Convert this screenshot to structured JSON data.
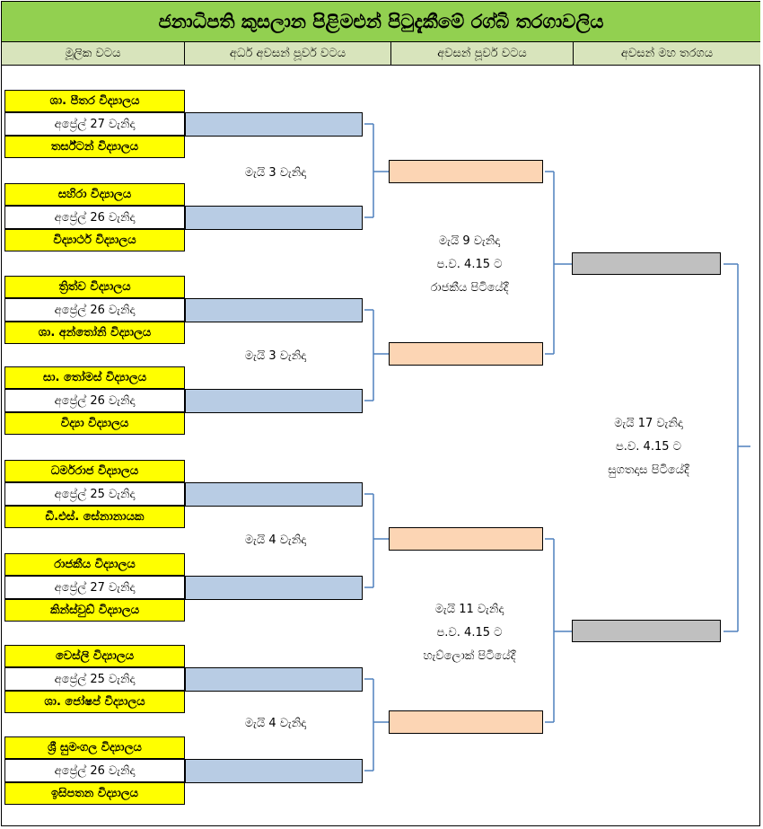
{
  "title": "ජනාධිපති කුසලාන පිළිමළුන් පිටුදැකීමේ රග්බි තරගාවලිය",
  "headers": [
    "මූලික වටය",
    "අර්ධ අවසන් පූර්ව වටය",
    "අවසන් පූර්ව වටය",
    "අවසන් මහ තරගය"
  ],
  "round1": [
    {
      "team_a": "ශා. පීතර විද්‍යාලය",
      "date": "අප්‍රේල් 27 වැනිදා",
      "team_b": "තර්ස්ටන් විද්‍යාලය"
    },
    {
      "team_a": "සහිරා විද්‍යාලය",
      "date": "අප්‍රේල් 26 වැනිදා",
      "team_b": "විද්‍යාර්ථ විද්‍යාලය"
    },
    {
      "team_a": "ත්‍රිත්ව විද්‍යාලය",
      "date": "අප්‍රේල් 26 වැනිදා",
      "team_b": "ශා. අන්තෝනි විද්‍යාලය"
    },
    {
      "team_a": "සා. තෝමස් විද්‍යාලය",
      "date": "අප්‍රේල් 26 වැනිදා",
      "team_b": "විද්‍යා විද්‍යාලය"
    },
    {
      "team_a": "ධර්මරාජ විද්‍යාලය",
      "date": "අප්‍රේල් 25 වැනිදා",
      "team_b": "ඩී.එස්. සේනානායක"
    },
    {
      "team_a": "රාජකීය විද්‍යාලය",
      "date": "අප්‍රේල් 27 වැනිදා",
      "team_b": "කින්ස්වුඩ් විද්‍යාලය"
    },
    {
      "team_a": "වෙස්ලි විද්‍යාලය",
      "date": "අප්‍රේල් 25 වැනිදා",
      "team_b": "ශා. ජෝෂප් විද්‍යාලය"
    },
    {
      "team_a": "ශ්‍රී සුමංගල විද්‍යාලය",
      "date": "අප්‍රේල් 26 වැනිදා",
      "team_b": "ඉසිපතන විද්‍යාලය"
    }
  ],
  "round2_dates": [
    "මැයි 3 වැනිදා",
    "මැයි 3 වැනිදා",
    "මැයි 4 වැනිදා",
    "මැයි 4 වැනිදා"
  ],
  "semi": [
    {
      "date": "මැයි 9 වැනිදා",
      "time": "ප.ව. 4.15 ට",
      "venue": "රාජකීය පිටියේදී"
    },
    {
      "date": "මැයි 11 වැනිදා",
      "time": "ප.ව. 4.15 ට",
      "venue": "හැව්ලොක් පිටියේදී"
    }
  ],
  "final": {
    "date": "මැයි 17 වැනිදා",
    "time": "ප.ව. 4.15 ට",
    "venue": "සුගතදාස පිටියේදී"
  },
  "colors": {
    "title_bg": "#92d050",
    "header_bg": "#d8e4bc",
    "team_bg": "#ffff00",
    "r2_box": "#b8cce4",
    "r3_box": "#fcd5b4",
    "final_box": "#c0c0c0",
    "bracket_line": "#4f81bd"
  }
}
